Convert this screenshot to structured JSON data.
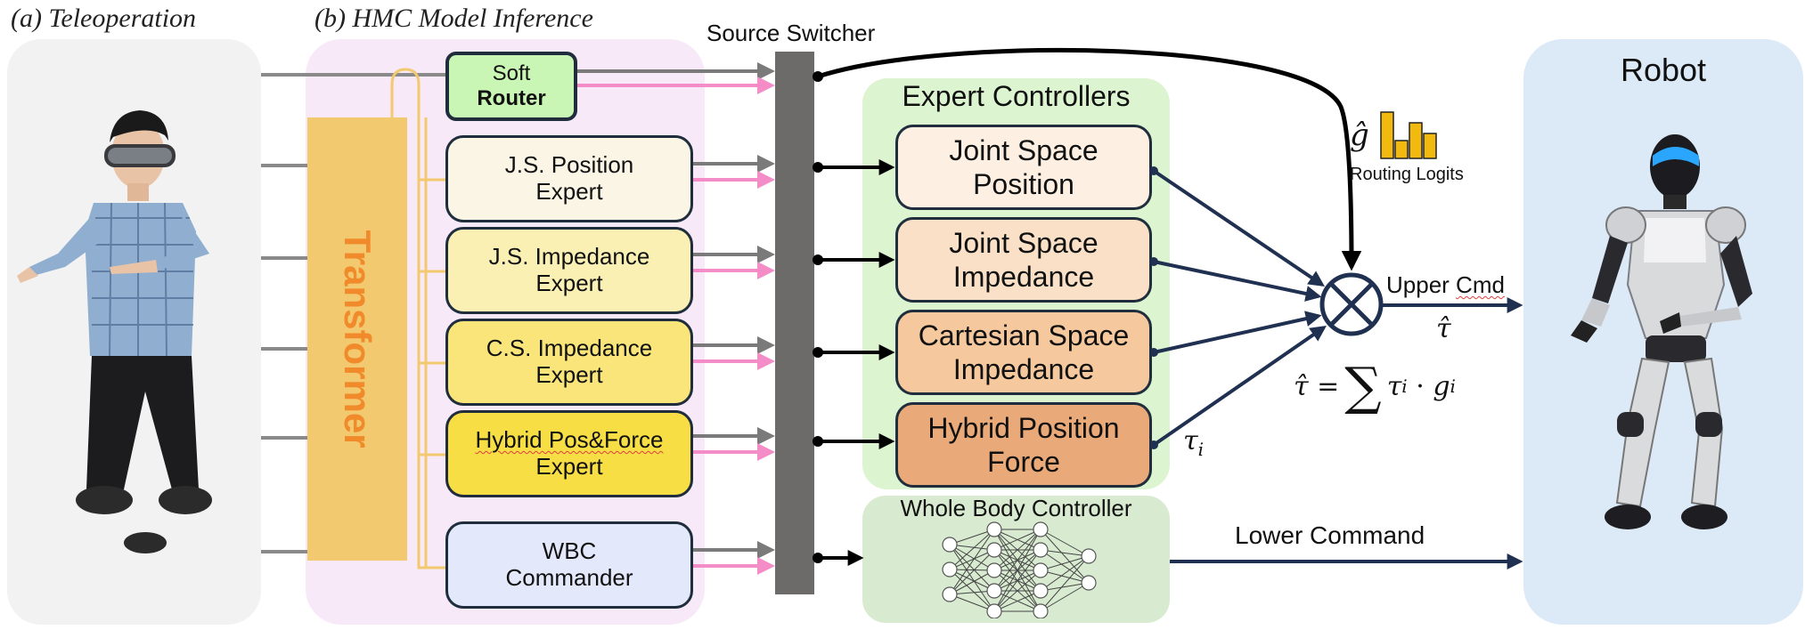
{
  "panels": {
    "teleoperation_label": "(a) Teleoperation",
    "model_inference_label": "(b) HMC Model Inference"
  },
  "transformer_label": "Transformer",
  "router": {
    "line1": "Soft",
    "line2": "Router"
  },
  "experts": [
    {
      "line1": "J.S. Position",
      "line2": "Expert"
    },
    {
      "line1": "J.S. Impedance",
      "line2": "Expert"
    },
    {
      "line1": "C.S. Impedance",
      "line2": "Expert"
    },
    {
      "line1": "Hybrid Pos&Force",
      "line2": "Expert"
    },
    {
      "line1": "WBC",
      "line2": "Commander"
    }
  ],
  "source_switcher_label": "Source Switcher",
  "expert_controllers": {
    "title": "Expert Controllers",
    "items": [
      {
        "line1": "Joint Space",
        "line2": "Position"
      },
      {
        "line1": "Joint Space",
        "line2": "Impedance"
      },
      {
        "line1": "Cartesian Space",
        "line2": "Impedance"
      },
      {
        "line1": "Hybrid Position",
        "line2": "Force"
      }
    ]
  },
  "whole_body_controller_label": "Whole Body Controller",
  "routing_logits": {
    "symbol": "ĝ",
    "label": "Routing Logits"
  },
  "upper_cmd_label": "Upper Cmd",
  "tau_hat": "τ̂",
  "tau_i": "τ",
  "tau_i_sub": "i",
  "formula": {
    "lhs": "τ̂ = ",
    "sum": "∑",
    "rhs_tau": "τ",
    "rhs_dot": " · ",
    "rhs_g": "g",
    "sub": "i"
  },
  "lower_command_label": "Lower Command",
  "robot_label": "Robot",
  "colors": {
    "teleop_panel": "#f2f2f2",
    "inference_panel": "#f8e9f8",
    "transformer": "#f2c96e",
    "transformer_text": "#f08a2a",
    "router_fill": "#c9f6b5",
    "expert_fills": [
      "#fbf5e6",
      "#faf0b4",
      "#f9e57a",
      "#f7de45",
      "#e3e9fb"
    ],
    "controllers_panel": "#dcf5d0",
    "controller_fills": [
      "#fdf0e2",
      "#fae0c6",
      "#f5c89e",
      "#e9a978"
    ],
    "wbc_panel": "#d8ebd0",
    "switcher": "#6d6a6a",
    "robot_panel": "#dce9f6",
    "navy": "#1f3050",
    "pink": "#f48cc8",
    "gray_arrow": "#7a7a7a"
  }
}
